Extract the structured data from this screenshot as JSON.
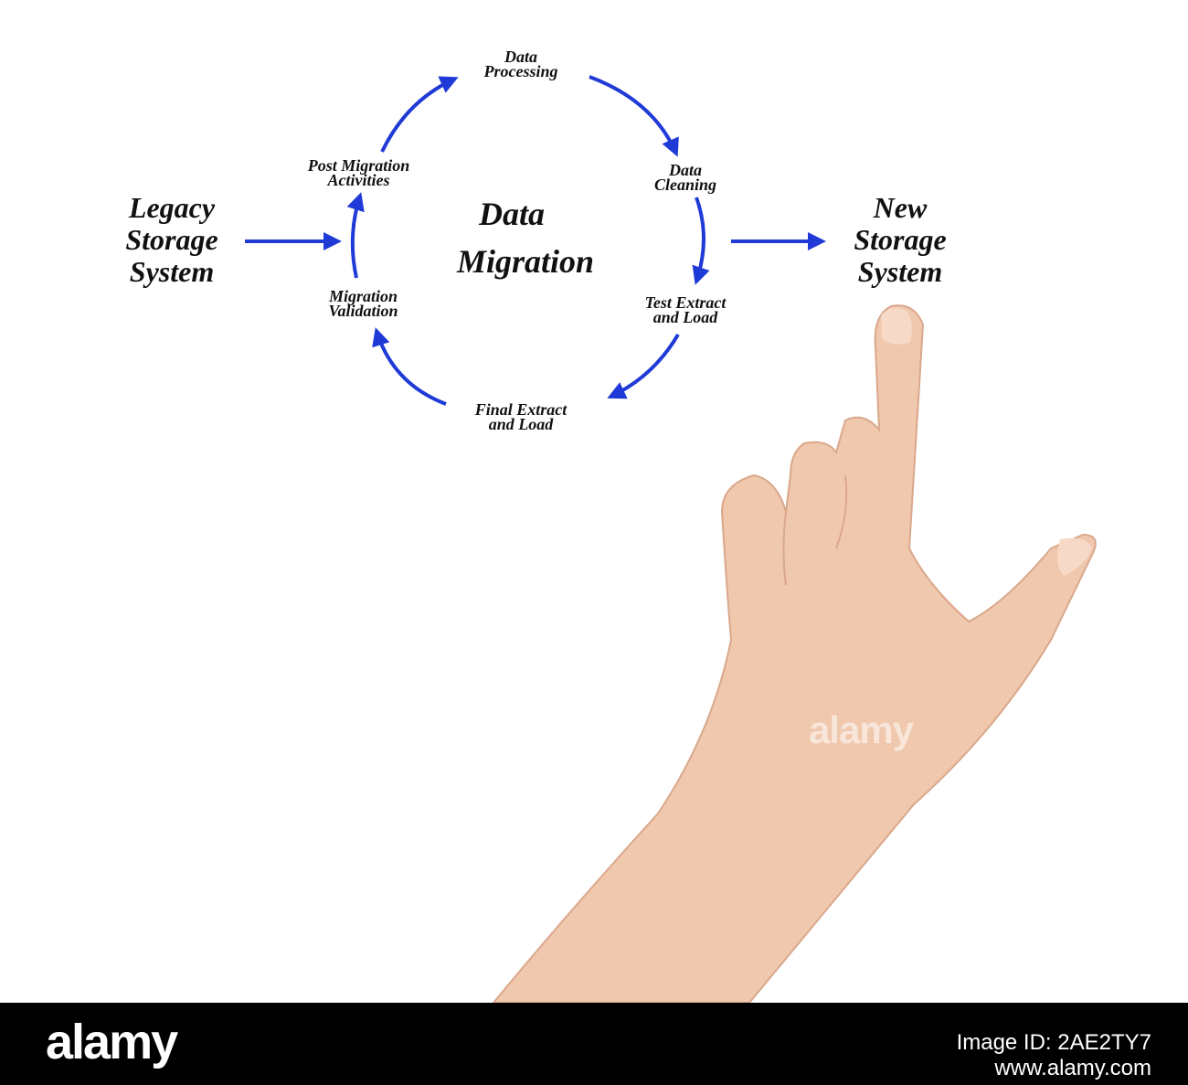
{
  "diagram": {
    "title_lines": [
      "Data",
      "Migration"
    ],
    "source_lines": [
      "Legacy",
      "Storage",
      "System"
    ],
    "target_lines": [
      "New",
      "Storage",
      "System"
    ],
    "steps": [
      {
        "lines": [
          "Data",
          "Processing"
        ]
      },
      {
        "lines": [
          "Data",
          "Cleaning"
        ]
      },
      {
        "lines": [
          "Test Extract",
          "and Load"
        ]
      },
      {
        "lines": [
          "Final Extract",
          "and Load"
        ]
      },
      {
        "lines": [
          "Migration",
          "Validation"
        ]
      },
      {
        "lines": [
          "Post Migration",
          "Activities"
        ]
      }
    ],
    "arrow_color": "#1f3ad6",
    "text_color": "#111111"
  },
  "photo": {
    "watermark": "alamy",
    "skin_color": "#f0c8ad"
  },
  "footer": {
    "logo": "alamy",
    "image_id_line": "Image ID: 2AE2TY7",
    "site_line": "www.alamy.com"
  }
}
